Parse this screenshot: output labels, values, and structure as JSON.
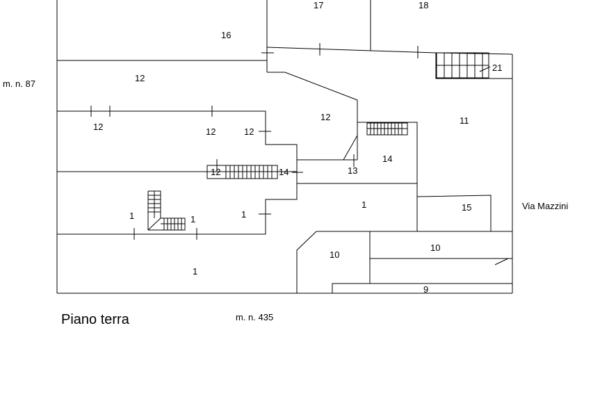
{
  "plan": {
    "title": "Piano terra",
    "neighbor_left": "m. n. 87",
    "neighbor_bottom": "m. n. 435",
    "street": "Via Mazzini",
    "rooms": [
      "17",
      "18",
      "16",
      "12",
      "21",
      "12",
      "12",
      "12",
      "12",
      "11",
      "14",
      "12",
      "14",
      "13",
      "1",
      "15",
      "1",
      "1",
      "1",
      "10",
      "10",
      "1",
      "9"
    ]
  }
}
